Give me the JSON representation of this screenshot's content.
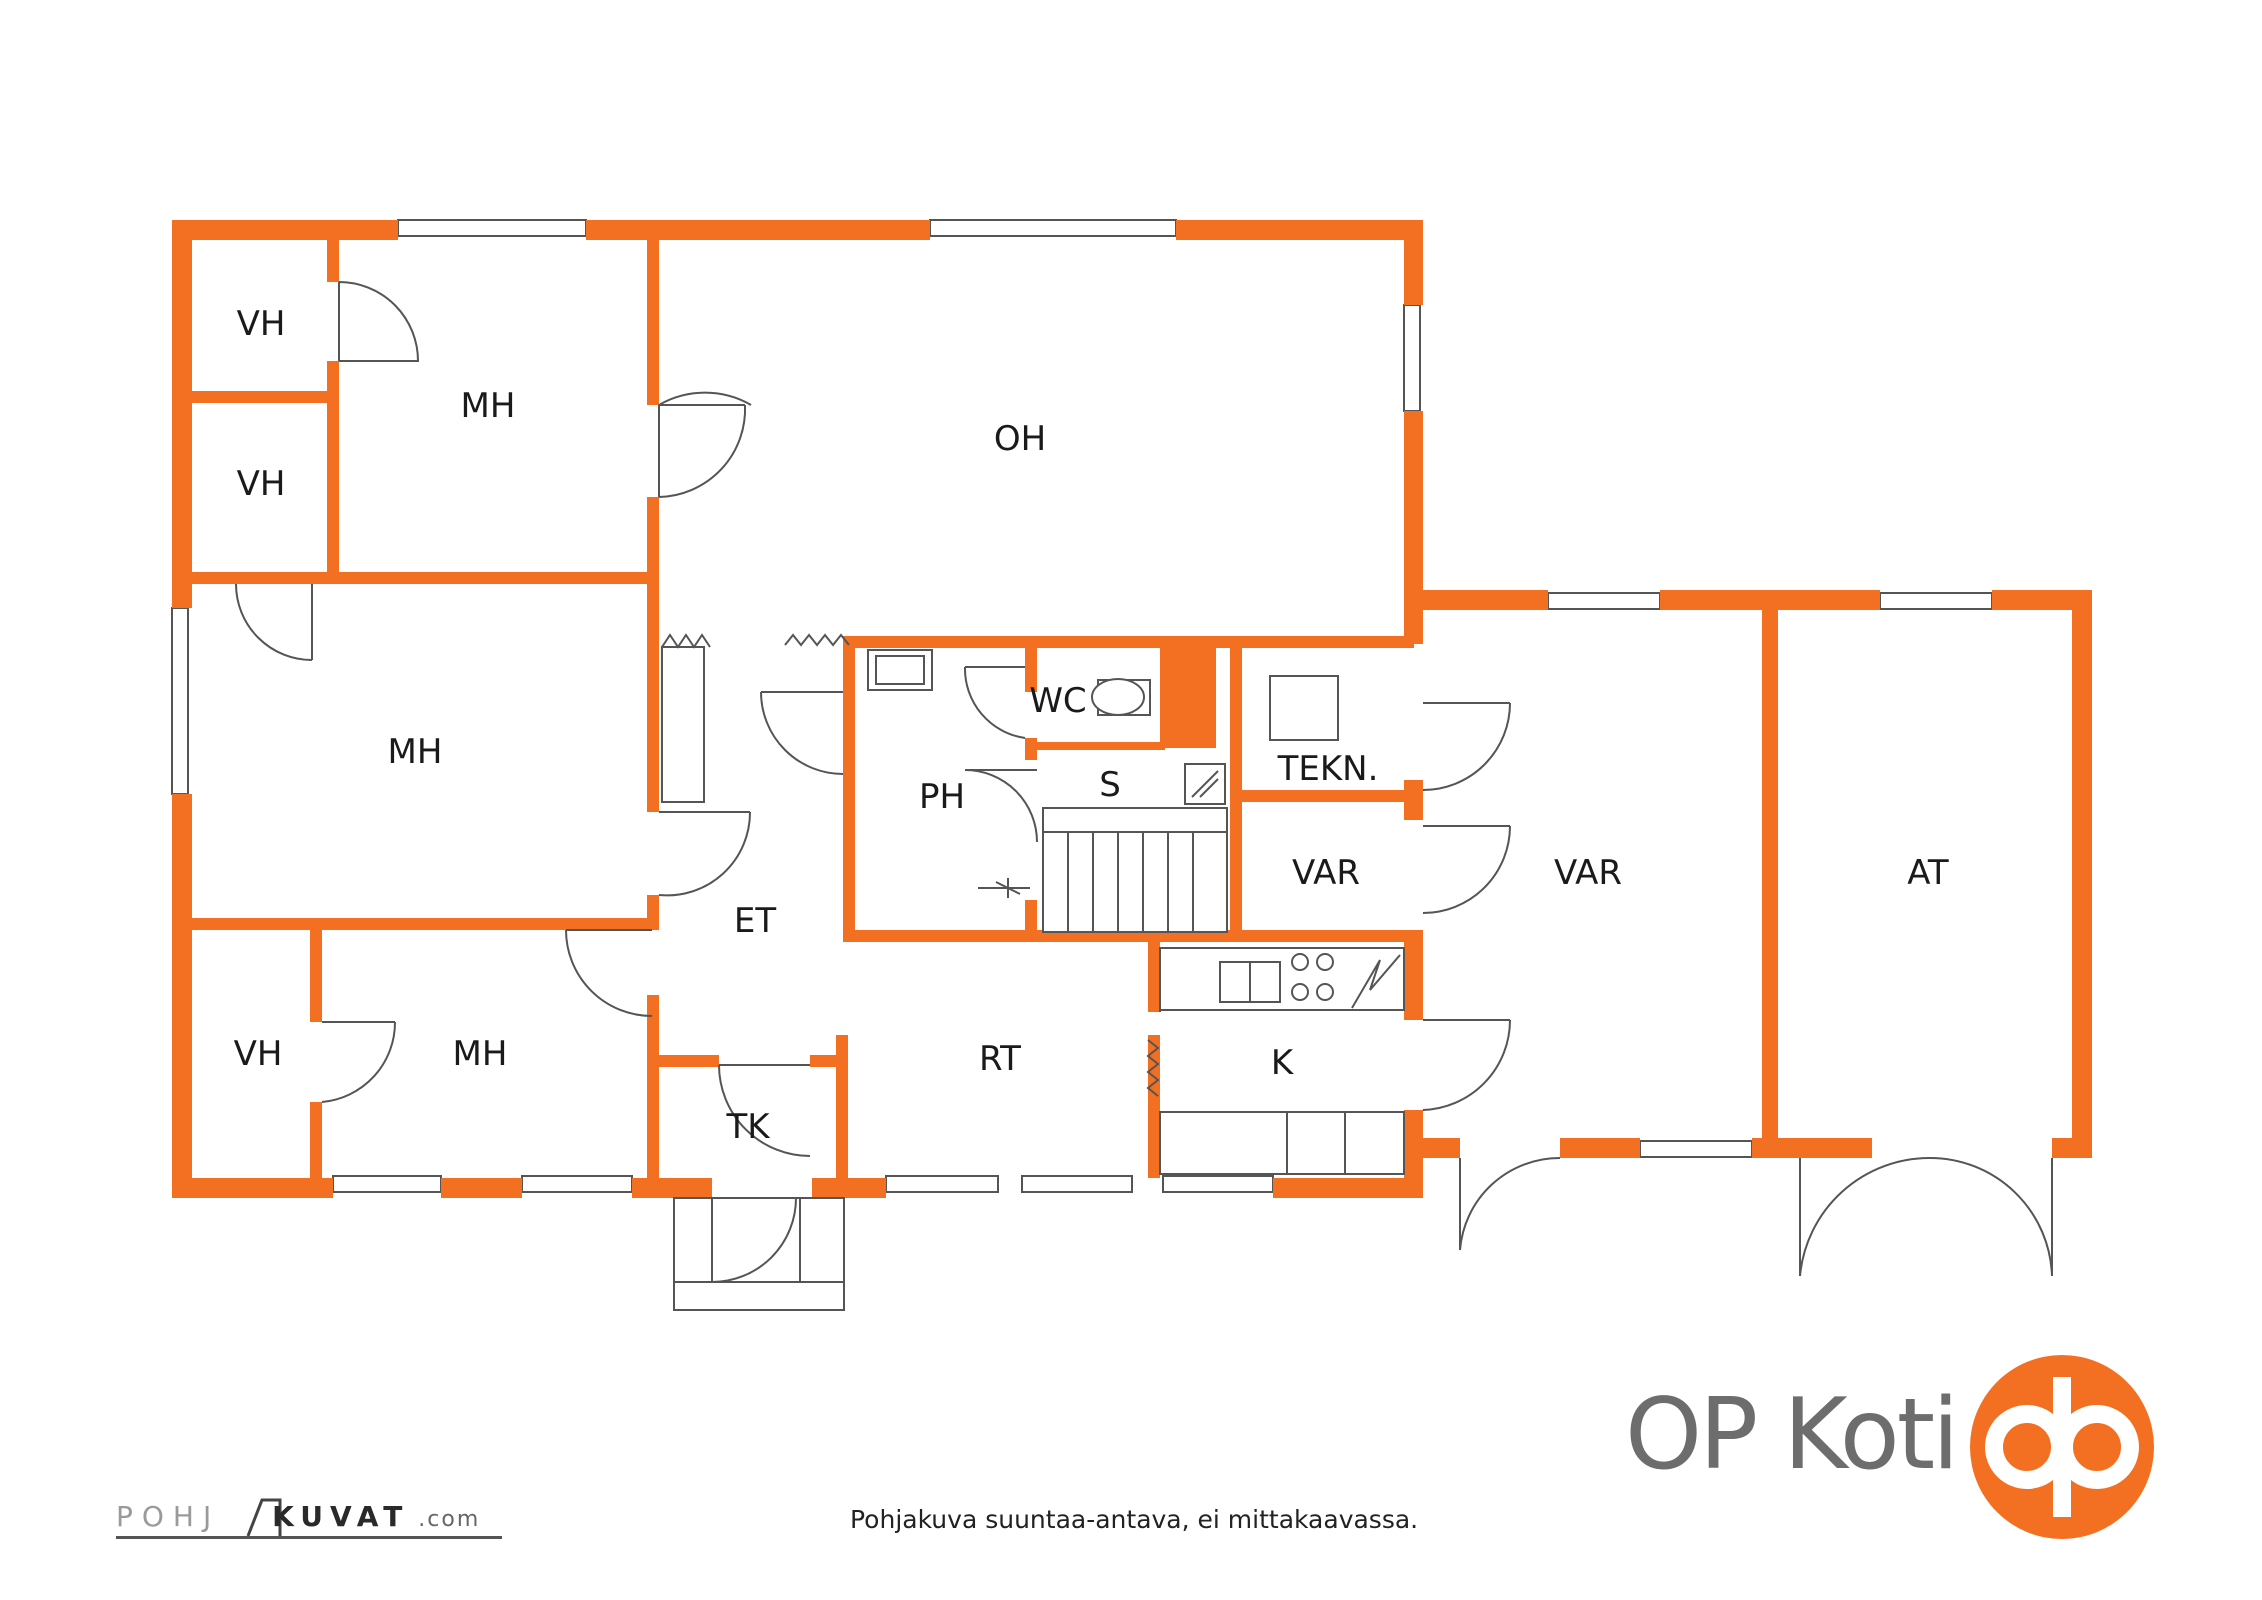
{
  "colors": {
    "wall": "#F36F21",
    "line": "#555555",
    "brand": "#F36F21",
    "brand_text": "#6d6d6d"
  },
  "rooms": {
    "vh_top": "VH",
    "vh_mid": "VH",
    "vh_bottom": "VH",
    "mh_top": "MH",
    "mh_middle": "MH",
    "mh_bottom": "MH",
    "oh": "OH",
    "wc": "WC",
    "ph": "PH",
    "s": "S",
    "tekn": "TEKN.",
    "var_small": "VAR",
    "var_large": "VAR",
    "at": "AT",
    "et": "ET",
    "rt": "RT",
    "k": "K",
    "tk": "TK"
  },
  "footer": {
    "disclaimer": "Pohjakuva suuntaa-antava, ei mittakaavassa."
  },
  "brand": {
    "name": "OP Koti",
    "logo_icon": "op-logo-icon"
  },
  "watermark": {
    "left": "POHJ",
    "right": "KUVAT",
    "suffix": ".com"
  }
}
